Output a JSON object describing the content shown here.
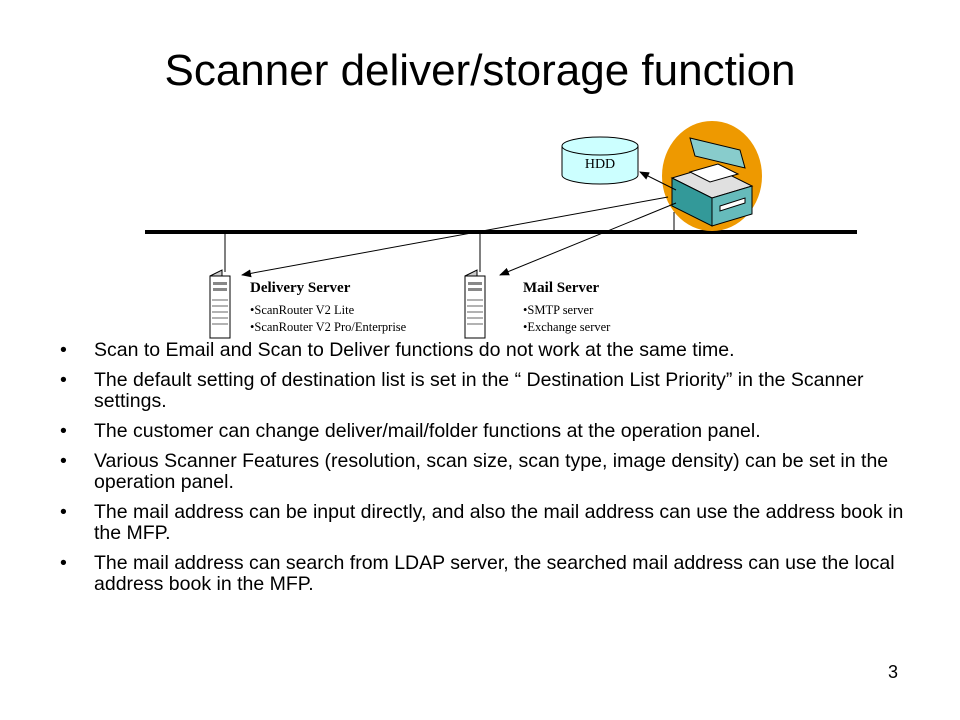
{
  "slide": {
    "title": "Scanner deliver/storage function",
    "page_number": "3"
  },
  "diagram": {
    "hdd_label": "HDD",
    "delivery_server": {
      "title": "Delivery Server",
      "items": [
        "•ScanRouter V2 Lite",
        "•ScanRouter V2 Pro/Enterprise"
      ]
    },
    "mail_server": {
      "title": "Mail Server",
      "items": [
        "•SMTP server",
        "•Exchange server"
      ]
    },
    "colors": {
      "hdd_fill": "#ccffff",
      "mfp_highlight": "#ee9900",
      "mfp_body": "#339999"
    },
    "icons": [
      "hdd-cylinder-icon",
      "mfp-scanner-icon",
      "server-tower-icon"
    ]
  },
  "bullets": [
    "Scan to Email and Scan to Deliver functions do not work at the same time.",
    "The default setting of destination list is set in the “ Destination List Priority” in the Scanner settings.",
    "The customer can change deliver/mail/folder functions at the operation panel.",
    "Various Scanner Features (resolution, scan size, scan type, image density) can be set in the operation panel.",
    "The mail address can be input directly, and also the mail address can use the address book in the MFP.",
    "The mail address can search from LDAP server, the searched mail address can use the local address book in the MFP."
  ],
  "bullet_symbol": "•"
}
